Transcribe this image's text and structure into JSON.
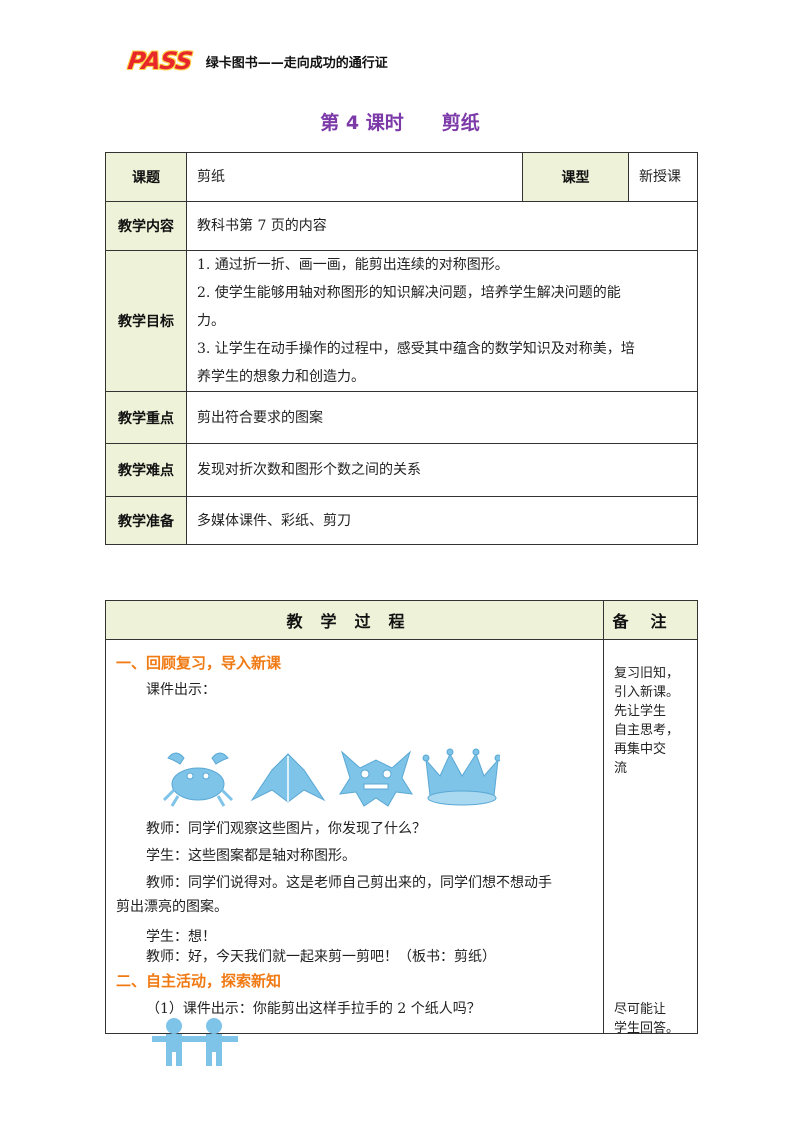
{
  "header": {
    "logo": "PASS",
    "slogan": "绿卡图书——走向成功的通行证"
  },
  "page_title": "第 4 课时　　剪纸",
  "info_table": {
    "topic_label": "课题",
    "topic_value": "剪纸",
    "type_label": "课型",
    "type_value": "新授课",
    "content_label": "教学内容",
    "content_value": "教科书第 7 页的内容",
    "goals_label": "教学目标",
    "goals": [
      "1. 通过折一折、画一画，能剪出连续的对称图形。",
      "2. 使学生能够用轴对称图形的知识解决问题，培养学生解决问题的能",
      "力。",
      "3. 让学生在动手操作的过程中，感受其中蕴含的数学知识及对称美，培",
      "养学生的想象力和创造力。"
    ],
    "key_label": "教学重点",
    "key_value": "剪出符合要求的图案",
    "difficulty_label": "教学难点",
    "difficulty_value": "发现对折次数和图形个数之间的关系",
    "prep_label": "教学准备",
    "prep_value": "多媒体课件、彩纸、剪刀"
  },
  "process_table": {
    "process_header": "教学过程",
    "notes_header": "备注",
    "section1": "一、回顾复习，导入新课",
    "courseware": "课件出示：",
    "teacher_q": "教师：同学们观察这些图片，你发现了什么？",
    "student_a": "学生：这些图案都是轴对称图形。",
    "teacher_2a": "教师：同学们说得对。这是老师自己剪出来的，同学们想不想动手",
    "teacher_2b": "剪出漂亮的图案。",
    "student_b": "学生：想！",
    "teacher_3": "教师：好，今天我们就一起来剪一剪吧！（板书：剪纸）",
    "section2": "二、自主活动，探索新知",
    "activity1": "（1）课件出示：你能剪出这样手拉手的 2 个纸人吗？",
    "note1": [
      "复习旧知，",
      "引入新课。",
      "先让学生",
      "自主思考，",
      "再集中交",
      "流"
    ],
    "note2": [
      "尽可能让",
      "学生回答。"
    ]
  },
  "colors": {
    "accent_title": "#7c39a8",
    "section": "#f07a14",
    "label_bg": "#eef2d9",
    "cutout": "#7ec3e8"
  },
  "icons": [
    "crab-cutout-icon",
    "leaf-cutout-icon",
    "monster-cutout-icon",
    "crown-cutout-icon",
    "paper-people-icon"
  ]
}
